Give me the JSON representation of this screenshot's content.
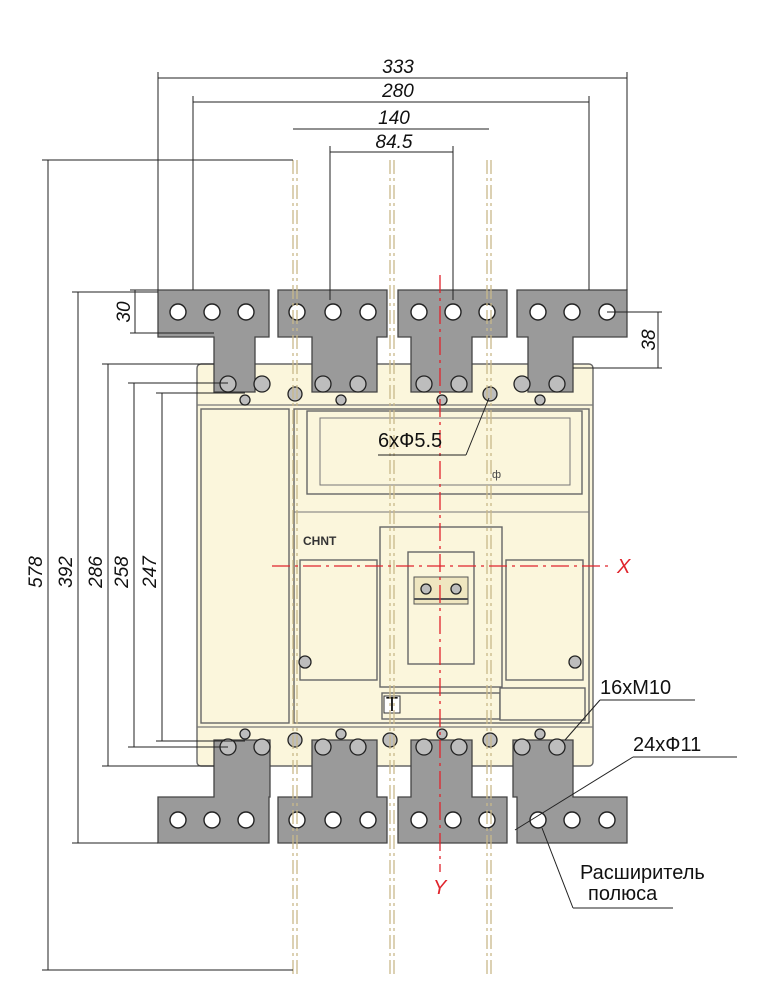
{
  "dimensions": {
    "overall_width": "333",
    "mounting_width": "280",
    "pole_pitch_double": "140",
    "pole_pitch": "84.5",
    "total_height": "578",
    "extender_height": "392",
    "terminal_height": "286",
    "body_height": "258",
    "mount_height": "247",
    "pad_depth": "30",
    "pad_offset": "38"
  },
  "callouts": {
    "mount_holes": "6xФ5.5",
    "bolts": "16xM10",
    "extender_holes": "24xФ11",
    "extender_line1": "Расширитель",
    "extender_line2": "полюса"
  },
  "axes": {
    "x": "X",
    "y": "Y"
  },
  "brand": "CHNT",
  "accessory_mark": "T"
}
